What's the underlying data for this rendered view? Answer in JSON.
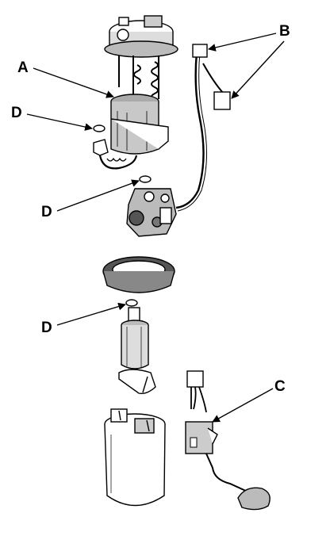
{
  "labels": {
    "a": "A",
    "b": "B",
    "c": "C",
    "d": "D"
  },
  "colors": {
    "line": "#000000",
    "fill_light": "#ffffff",
    "fill_mid": "#bdbdbd",
    "fill_dark": "#555555"
  }
}
